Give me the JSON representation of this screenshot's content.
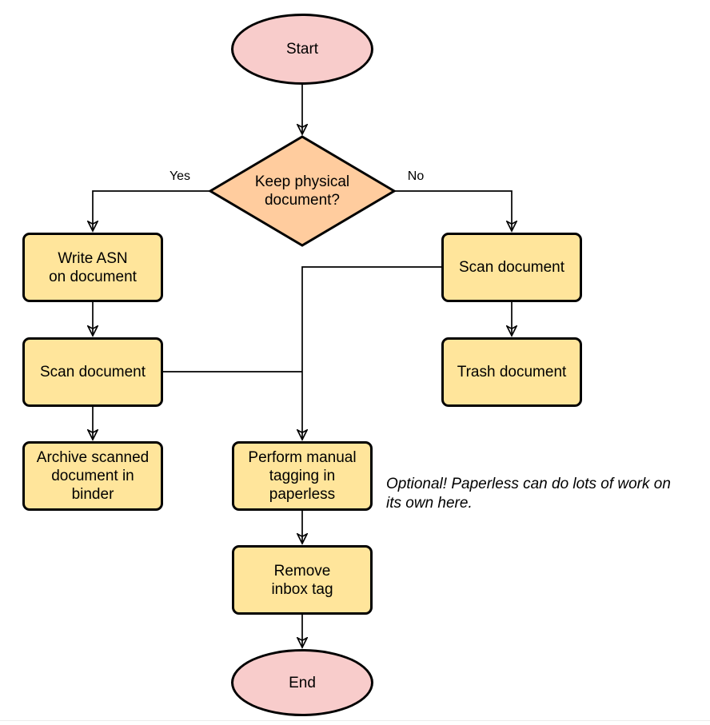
{
  "colors": {
    "terminator_fill": "#F8CCCB",
    "process_fill": "#FFE59B",
    "decision_fill": "#FFCC9E",
    "stroke": "#000000",
    "bottom_divider": "#ececec"
  },
  "nodes": {
    "start": {
      "label": "Start",
      "shape": "terminator"
    },
    "decision": {
      "label": "Keep physical\ndocument?",
      "shape": "decision"
    },
    "write_asn": {
      "label": "Write ASN\non document",
      "shape": "process"
    },
    "scan_left": {
      "label": "Scan document",
      "shape": "process"
    },
    "archive": {
      "label": "Archive scanned\ndocument in\nbinder",
      "shape": "process"
    },
    "scan_right": {
      "label": "Scan document",
      "shape": "process"
    },
    "trash": {
      "label": "Trash document",
      "shape": "process"
    },
    "perform_tagging": {
      "label": "Perform manual\ntagging in\npaperless",
      "shape": "process"
    },
    "remove_inbox": {
      "label": "Remove\ninbox tag",
      "shape": "process"
    },
    "end": {
      "label": "End",
      "shape": "terminator"
    }
  },
  "edge_labels": {
    "yes": "Yes",
    "no": "No"
  },
  "annotation": {
    "text": "Optional! Paperless can do lots of work on\nits own here."
  }
}
